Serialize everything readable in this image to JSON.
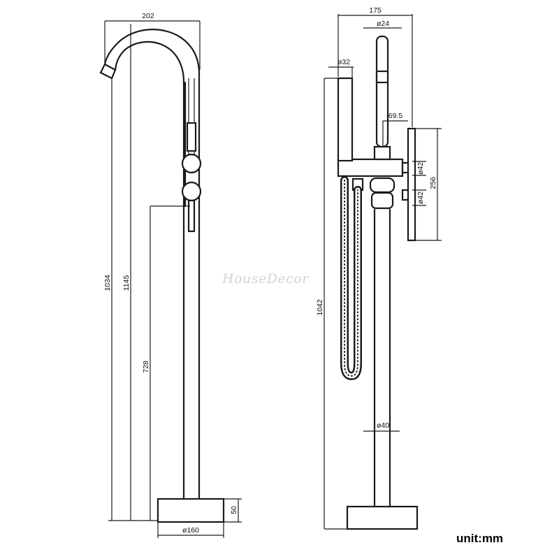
{
  "drawing": {
    "left_view": {
      "dims": {
        "spout_reach": "202",
        "height_spout_top": "1034",
        "height_total": "1145",
        "height_handle": "728",
        "base_height": "50",
        "base_diameter": "ø160"
      }
    },
    "right_view": {
      "dims": {
        "depth": "175",
        "shower_rod_diameter": "ø24",
        "handshower_diameter": "ø32",
        "handle_offset": "69.5",
        "handle_upper_diameter": "ø42",
        "handle_lower_diameter": "ø42",
        "handle_span": "256",
        "height": "1042",
        "column_diameter": "ø40"
      }
    },
    "watermark": "HouseDecor",
    "unit_label": "unit:mm"
  }
}
